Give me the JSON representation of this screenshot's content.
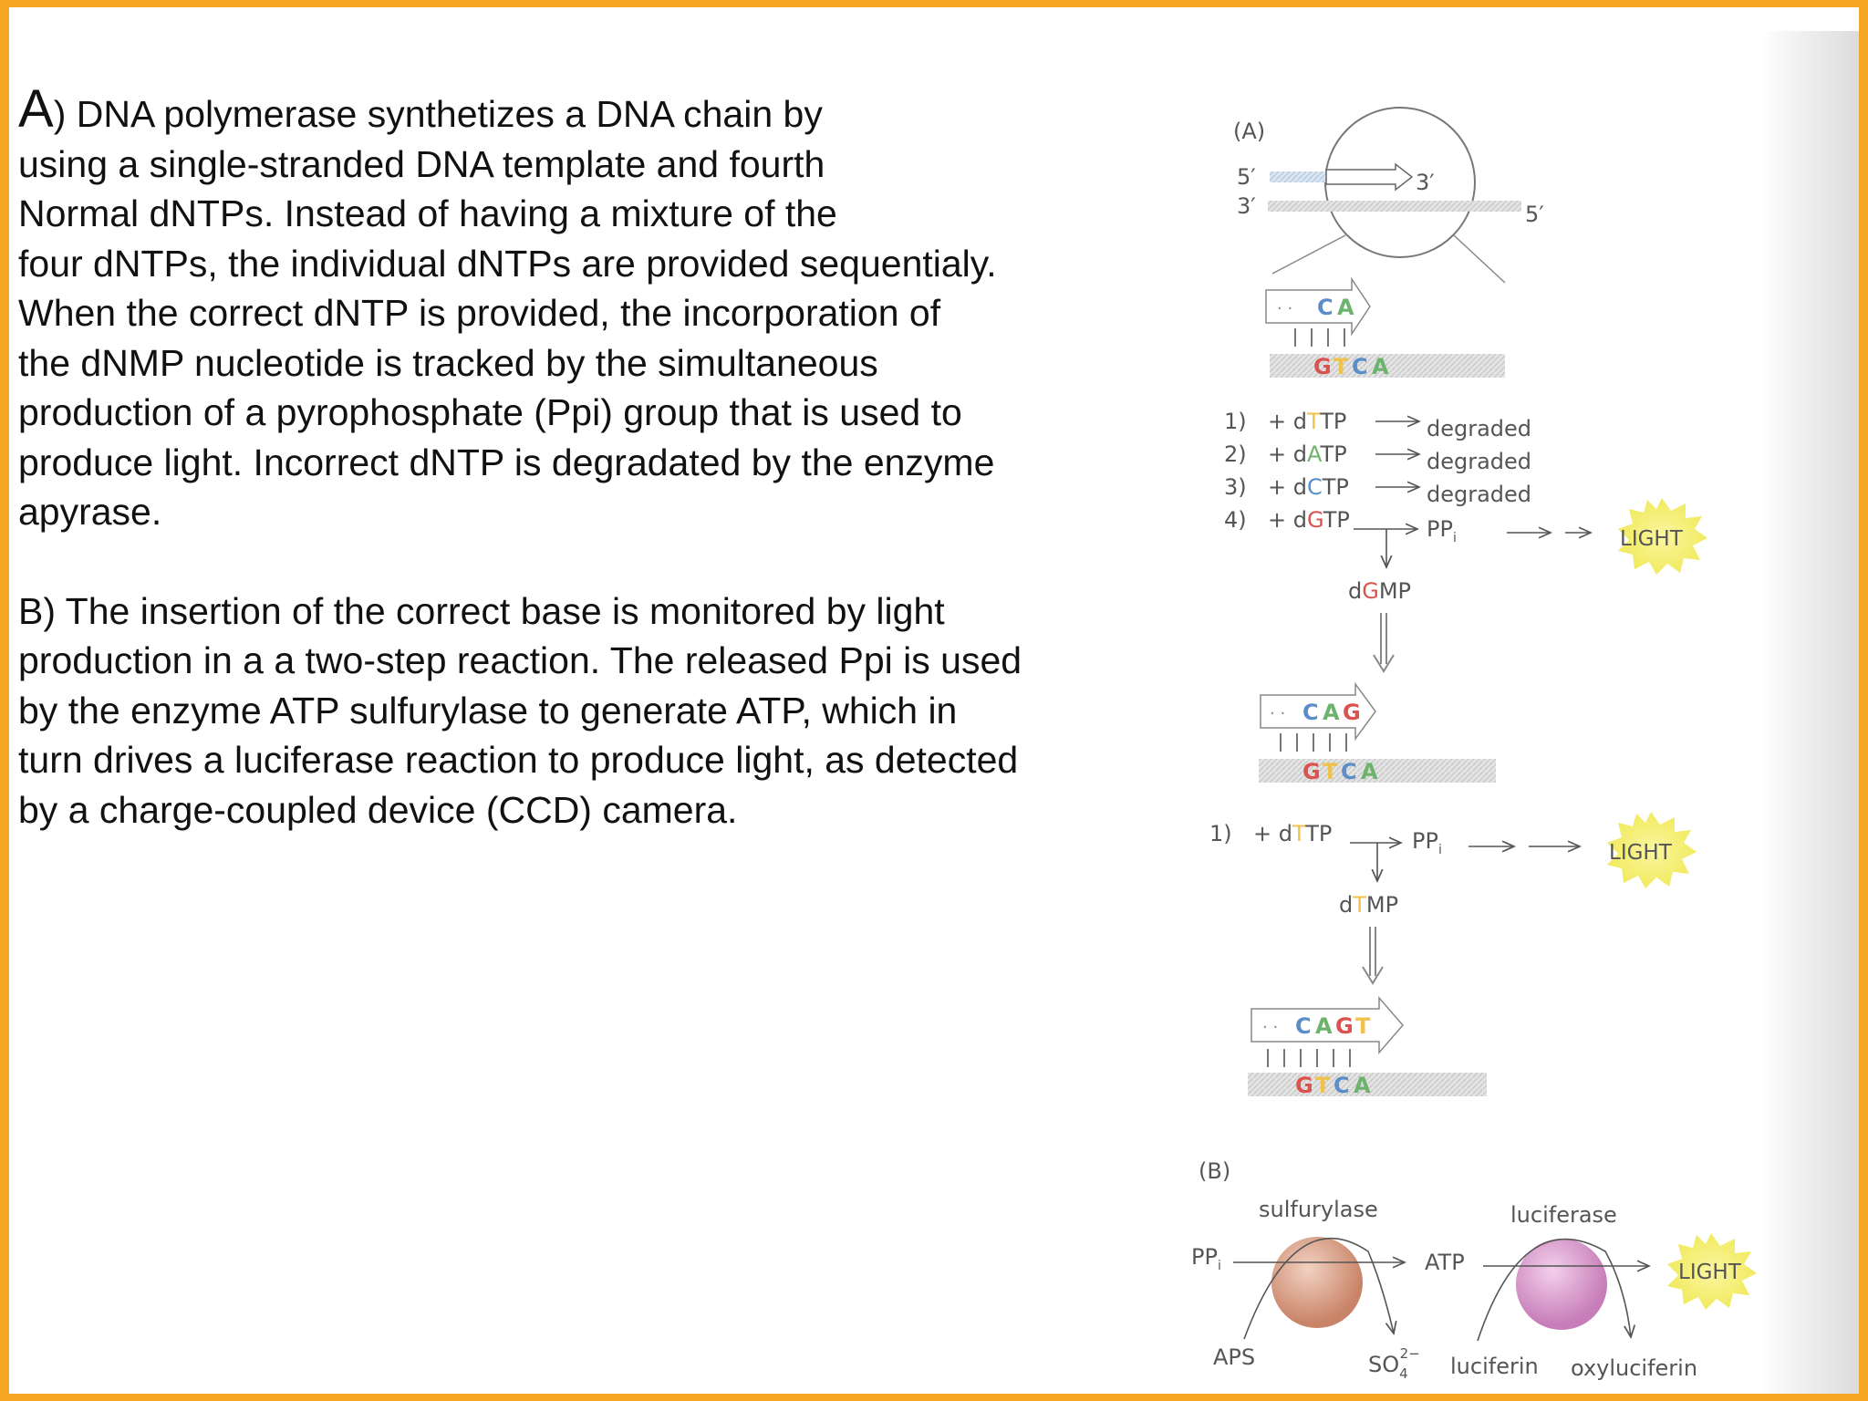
{
  "text": {
    "para_a_letter": "A",
    "para_a_body": ") DNA polymerase synthetizes a DNA chain by\nusing a single-stranded DNA template and fourth\nNormal dNTPs. Instead of having a mixture of the\nfour dNTPs, the individual dNTPs are provided sequentialy.\n When the correct dNTP is provided, the incorporation of\nthe dNMP nucleotide is tracked by the simultaneous\nproduction of a pyrophosphate (Ppi) group that is used to\nproduce light. Incorrect dNTP is degradated by the enzyme\napyrase.",
    "para_b": "B) The insertion of the correct base is monitored by light\nproduction in a a two-step reaction. The released Ppi is used\nby the enzyme ATP sulfurylase to generate ATP, which in\nturn drives a luciferase reaction to produce light, as detected\nby a charge-coupled device (CCD) camera."
  },
  "figure": {
    "panel_a": {
      "label": "(A)",
      "strand_top_5": "5′",
      "strand_top_3": "3′",
      "strand_bottom_3": "3′",
      "strand_bottom_5": "5′",
      "stage1": {
        "dots": "· ·",
        "primer": [
          "C",
          "A"
        ],
        "template": [
          "G",
          "T",
          "C",
          "A"
        ]
      },
      "steps1": [
        {
          "num": "1)",
          "pre": "+ d",
          "base": "T",
          "post": "TP",
          "result": "degraded"
        },
        {
          "num": "2)",
          "pre": "+ d",
          "base": "A",
          "post": "TP",
          "result": "degraded"
        },
        {
          "num": "3)",
          "pre": "+ d",
          "base": "C",
          "post": "TP",
          "result": "degraded"
        },
        {
          "num": "4)",
          "pre": "+ d",
          "base": "G",
          "post": "TP",
          "result": "PP"
        }
      ],
      "ppi_sub": "i",
      "light": "LIGHT",
      "dnmp1": {
        "pre": "d",
        "base": "G",
        "post": "MP"
      },
      "stage2": {
        "dots": "· ·",
        "primer": [
          "C",
          "A",
          "G"
        ],
        "template": [
          "G",
          "T",
          "C",
          "A"
        ]
      },
      "step2": {
        "num": "1)",
        "pre": "+ d",
        "base": "T",
        "post": "TP",
        "result": "PP"
      },
      "dnmp2": {
        "pre": "d",
        "base": "T",
        "post": "MP"
      },
      "stage3": {
        "dots": "· ·",
        "primer": [
          "C",
          "A",
          "G",
          "T"
        ],
        "template": [
          "G",
          "T",
          "C",
          "A"
        ]
      }
    },
    "panel_b": {
      "label": "(B)",
      "enzyme1": "sulfurylase",
      "enzyme2": "luciferase",
      "ppi": "PP",
      "ppi_sub": "i",
      "atp": "ATP",
      "light": "LIGHT",
      "aps": "APS",
      "so4": "SO",
      "so4_sub": "4",
      "so4_sup": "2−",
      "luciferin": "luciferin",
      "oxyluciferin": "oxyluciferin"
    }
  },
  "colors": {
    "frame": "#F5A623",
    "text": "#111111",
    "fig_text": "#555555",
    "base_G": "#D9534F",
    "base_T": "#F0C24B",
    "base_C": "#5B8DC9",
    "base_A": "#6DB36D",
    "light_burst": "#F6F07A",
    "sphere1": "#D2957A",
    "sphere2": "#D690C8"
  }
}
